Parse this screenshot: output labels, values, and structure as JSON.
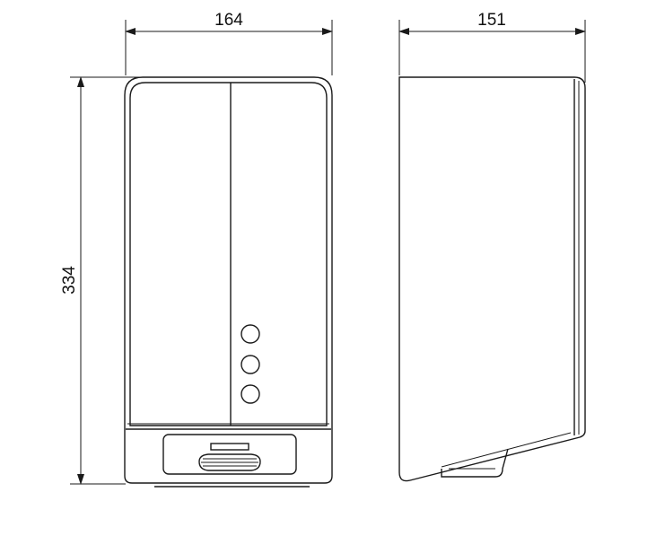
{
  "dimensions": {
    "front_width": "164",
    "side_depth": "151",
    "height": "334"
  },
  "colors": {
    "stroke": "#1a1a1a",
    "text": "#111111",
    "background": "#ffffff"
  }
}
